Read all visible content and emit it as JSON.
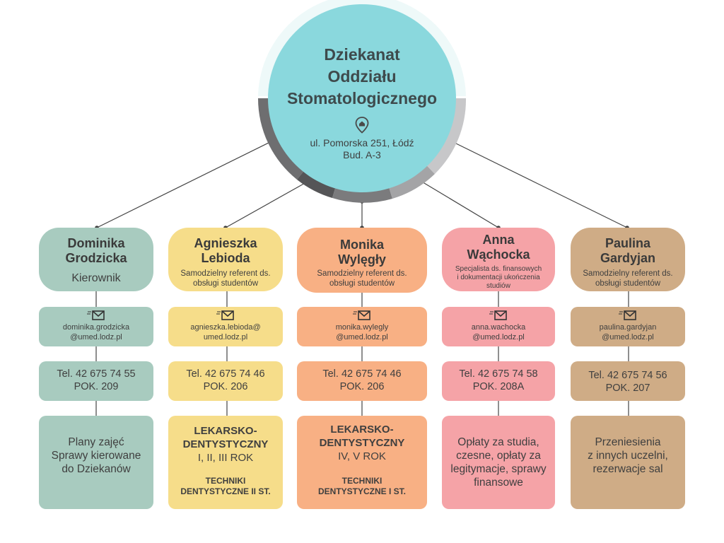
{
  "colors": {
    "teal": "#8ad8dd",
    "sage": "#a8cbbf",
    "yellow": "#f6dd8a",
    "orange": "#f8b084",
    "pink": "#f5a3a7",
    "tan": "#cfac86",
    "ring_dark": "#6e6e70",
    "ring_light": "#c7c7c9",
    "connector": "#444444"
  },
  "hub": {
    "title_lines": [
      "Dziekanat",
      "Oddziału",
      "Stomatologicznego"
    ],
    "icon": "location-pin-icon",
    "address_lines": [
      "ul. Pomorska 251, Łódź",
      "Bud. A-3"
    ]
  },
  "staff": [
    {
      "name_lines": [
        "Dominika",
        "Grodzicka"
      ],
      "role_lines": [
        "Kierownik"
      ],
      "email_lines": [
        "dominika.grodzicka",
        "@umed.lodz.pl"
      ],
      "tel": "Tel. 42 675 74 55",
      "room": "POK. 209",
      "duty_lines": [
        "Plany zajęć",
        "Sprawy kierowane",
        "do Dziekanów"
      ]
    },
    {
      "name_lines": [
        "Agnieszka",
        "Lebioda"
      ],
      "role_lines": [
        "Samodzielny referent ds.",
        "obsługi studentów"
      ],
      "email_lines": [
        "agnieszka.lebioda@",
        "umed.lodz.pl"
      ],
      "tel": "Tel. 42 675 74 46",
      "room": "POK. 206",
      "duty_bold_lines": [
        "LEKARSKO-",
        "DENTYSTYCZNY"
      ],
      "duty_normal": "I, II, III ROK",
      "duty_sub": "TECHNIKI DENTYSTYCZNE II ST.",
      "duty_sub_lines": [
        "TECHNIKI",
        "DENTYSTYCZNE II ST."
      ]
    },
    {
      "name_lines": [
        "Monika",
        "Wylęgły"
      ],
      "role_lines": [
        "Samodzielny referent ds.",
        "obsługi studentów"
      ],
      "email_lines": [
        "monika.wylegly",
        "@umed.lodz.pl"
      ],
      "tel": "Tel. 42 675 74 46",
      "room": "POK. 206",
      "duty_bold_lines": [
        "LEKARSKO-",
        "DENTYSTYCZNY"
      ],
      "duty_normal": "IV, V ROK",
      "duty_sub_lines": [
        "TECHNIKI",
        "DENTYSTYCZNE I ST."
      ]
    },
    {
      "name_lines": [
        "Anna",
        "Wąchocka"
      ],
      "role_lines": [
        "Specjalista ds. finansowych",
        "i dokumentacji ukończenia",
        "studiów"
      ],
      "email_lines": [
        "anna.wachocka",
        "@umed.lodz.pl"
      ],
      "tel": "Tel. 42 675 74 58",
      "room": "POK. 208A",
      "duty_lines": [
        "Opłaty za studia,",
        "czesne, opłaty za",
        "legitymacje, sprawy",
        "finansowe"
      ]
    },
    {
      "name_lines": [
        "Paulina",
        "Gardyjan"
      ],
      "role_lines": [
        "Samodzielny referent ds.",
        "obsługi studentów"
      ],
      "email_lines": [
        "paulina.gardyjan",
        "@umed.lodz.pl"
      ],
      "tel": "Tel. 42 675 74 56",
      "room": "POK. 207",
      "duty_lines": [
        "Przeniesienia",
        "z innych uczelni,",
        "rezerwacje sal"
      ]
    }
  ],
  "icons": {
    "email": "envelope-icon"
  }
}
